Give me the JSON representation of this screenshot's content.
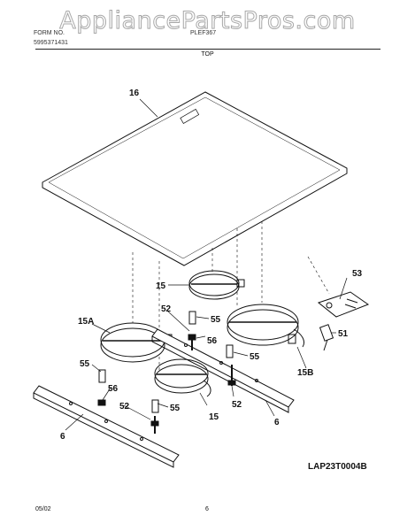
{
  "watermark": "AppliancePartsPros.com",
  "header": {
    "line1_left": "FORM NO.",
    "line1_right": "5995371431",
    "model_prefix": "PLEF367"
  },
  "section_title": "TOP",
  "callouts": {
    "top": "16",
    "el_15": "15",
    "el_15a": "15A",
    "el_15b": "15B",
    "el_15_front": "15",
    "c52a": "52",
    "c52b": "52",
    "c52c": "52",
    "c53": "53",
    "c55a": "55",
    "c55b": "55",
    "c55c": "55",
    "c55d": "55",
    "c56a": "56",
    "c56b": "56",
    "c51": "51",
    "c6a": "6",
    "c6b": "6"
  },
  "diagram_code": "LAP23T0004B",
  "footer": {
    "date": "05/02",
    "page": "6"
  }
}
